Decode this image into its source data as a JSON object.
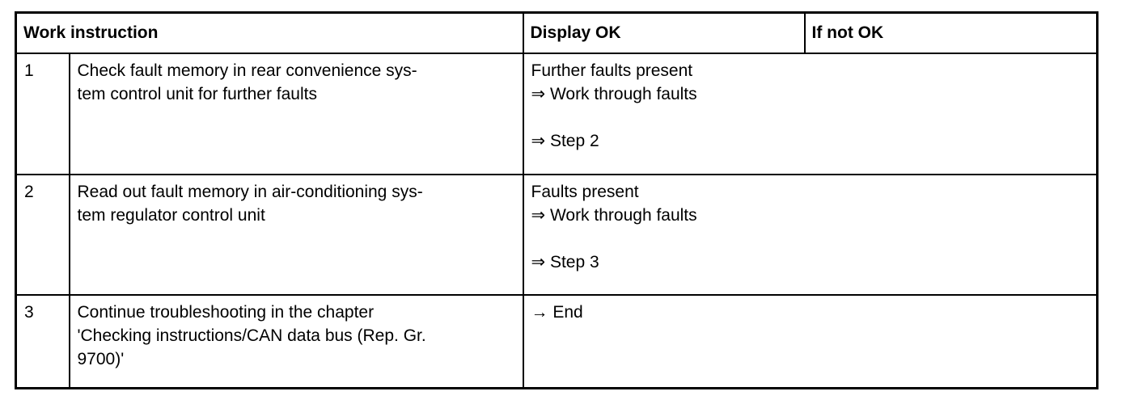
{
  "table": {
    "headers": {
      "work_instruction": "Work instruction",
      "display_ok": "Display OK",
      "if_not_ok": "If not OK"
    },
    "rows": [
      {
        "step": "1",
        "instruction": [
          "Check fault memory in rear convenience sys-",
          "tem control unit for further faults"
        ],
        "display_ok": [
          "Further faults present",
          "⇒ Work through faults",
          "",
          "⇒ Step 2"
        ],
        "if_not_ok": ""
      },
      {
        "step": "2",
        "instruction": [
          "Read out fault memory in air-conditioning sys-",
          "tem regulator control unit"
        ],
        "display_ok": [
          "Faults present",
          "⇒ Work through faults",
          "",
          "⇒ Step 3"
        ],
        "if_not_ok": ""
      },
      {
        "step": "3",
        "instruction": [
          "Continue troubleshooting in the chapter",
          "'Checking instructions/CAN data bus (Rep. Gr.",
          "9700)'"
        ],
        "display_ok": [
          "→ End"
        ],
        "if_not_ok": ""
      }
    ]
  },
  "colors": {
    "border": "#000000",
    "text": "#000000",
    "background": "#ffffff"
  }
}
